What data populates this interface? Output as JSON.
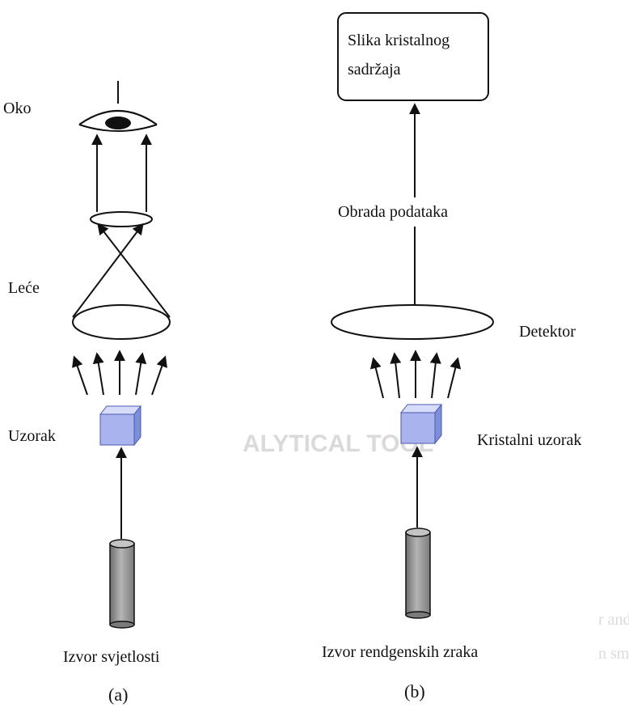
{
  "panel_a": {
    "label_eye": "Oko",
    "label_lenses": "Leće",
    "label_sample": "Uzorak",
    "label_source": "Izvor svjetlosti",
    "caption": "(a)"
  },
  "panel_b": {
    "box_line1": "Slika kristalnog",
    "box_line2": "sadržaja",
    "label_processing": "Obrada podataka",
    "label_detector": "Detektor",
    "label_sample": "Kristalni uzorak",
    "label_source": "Izvor rendgenskih zraka",
    "caption": "(b)"
  },
  "background_bleed": {
    "heading": "ALYTICAL TOOL",
    "line1": "r and diffraction",
    "line2": "n small molecule and protein crystallography"
  },
  "colors": {
    "cube_front": "#a9b4ee",
    "cube_top": "#d6dcfa",
    "cube_side": "#7f8ed8",
    "cylinder": "#9a9a9a",
    "stroke": "#111111"
  }
}
